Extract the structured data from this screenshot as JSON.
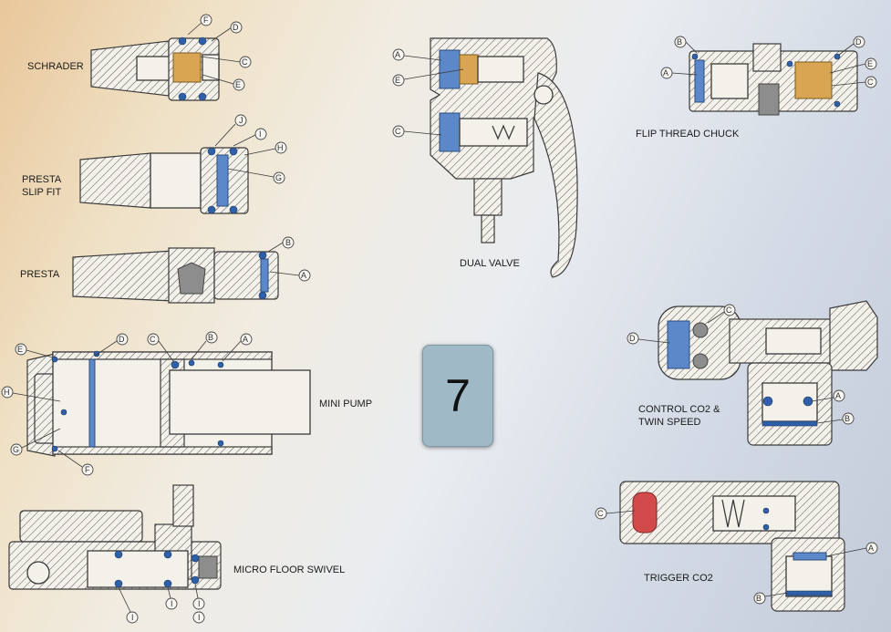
{
  "page_number": "7",
  "diagrams": {
    "schrader": {
      "label": "SCHRADER",
      "callouts": [
        "F",
        "D",
        "C",
        "E"
      ]
    },
    "presta_slip_fit": {
      "label_line1": "PRESTA",
      "label_line2": "SLIP FIT",
      "callouts": [
        "J",
        "I",
        "H",
        "G"
      ]
    },
    "presta": {
      "label": "PRESTA",
      "callouts": [
        "B",
        "A"
      ]
    },
    "mini_pump": {
      "label": "MINI PUMP",
      "callouts": [
        "E",
        "D",
        "C",
        "B",
        "A",
        "H",
        "G",
        "F"
      ]
    },
    "micro_floor_swivel": {
      "label": "MICRO FLOOR SWIVEL",
      "callouts": [
        "I",
        "I",
        "I",
        "I"
      ]
    },
    "dual_valve": {
      "label": "DUAL VALVE",
      "callouts": [
        "A",
        "E",
        "C"
      ]
    },
    "flip_thread_chuck": {
      "label": "FLIP THREAD CHUCK",
      "callouts": [
        "B",
        "D",
        "A",
        "E",
        "C"
      ]
    },
    "control_co2": {
      "label_line1": "CONTROL CO2 &",
      "label_line2": "TWIN SPEED",
      "callouts": [
        "C",
        "D",
        "A",
        "B"
      ]
    },
    "trigger_co2": {
      "label": "TRIGGER CO2",
      "callouts": [
        "C",
        "A",
        "B"
      ]
    }
  },
  "colors": {
    "blue_part": "#5b88c9",
    "gold_part": "#d8a653",
    "red_part": "#d24a4a",
    "gray_part": "#8d8d8d",
    "badge": "#9fb9c6"
  }
}
